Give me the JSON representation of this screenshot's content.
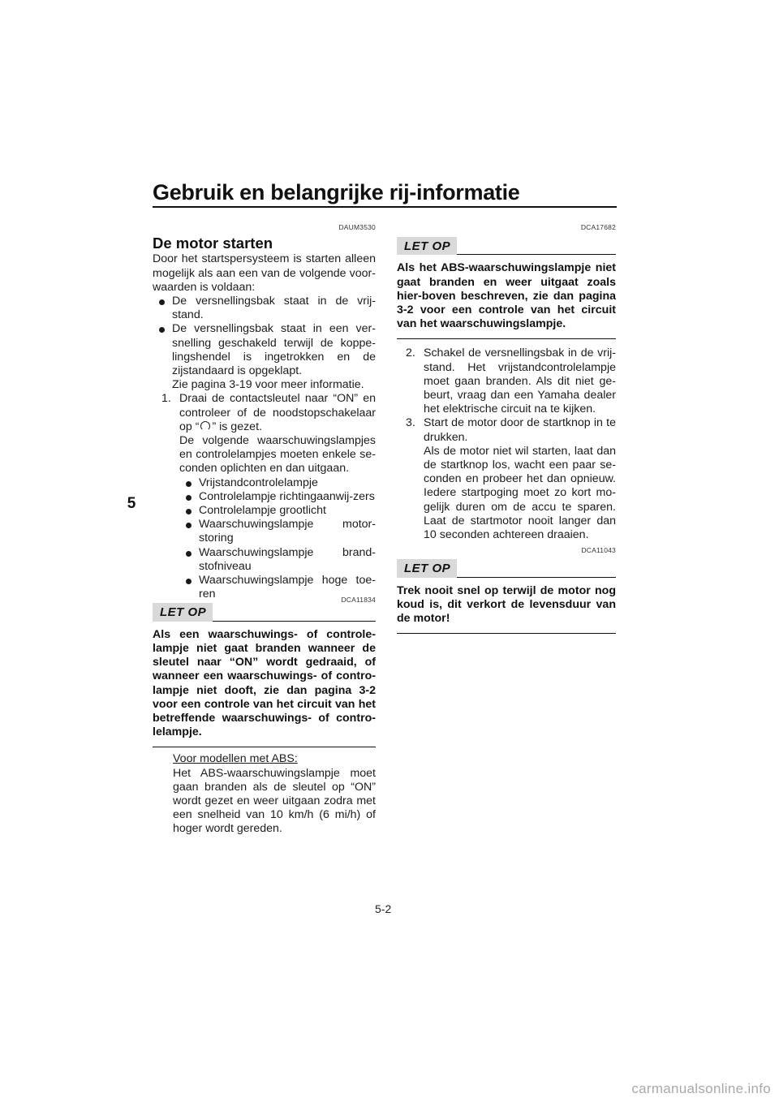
{
  "header": {
    "title": "Gebruik en belangrijke rij-informatie",
    "chapter": "5"
  },
  "left": {
    "code": "DAUM3530",
    "heading": "De motor starten",
    "intro": "Door het startspersysteem is starten alleen mogelijk als aan een van de volgende voor-waarden is voldaan:",
    "conditions": [
      "De versnellingsbak staat in de vrij-stand.",
      "De versnellingsbak staat in een ver-snelling geschakeld terwijl de koppe-lingshendel is ingetrokken en de zijstandaard is opgeklapt."
    ],
    "see_page": "Zie pagina 3-19 voor meer informatie.",
    "step1": {
      "num": "1.",
      "text_a": "Draai de contactsleutel naar “ON” en controleer of de noodstopschakelaar op “",
      "text_b": "” is gezet.",
      "text_c": "De volgende waarschuwingslampjes en controlelampjes moeten enkele se-conden oplichten en dan uitgaan."
    },
    "lamps": [
      "Vrijstandcontrolelampje",
      "Controlelampje richtingaanwij-zers",
      "Controlelampje grootlicht",
      "Waarschuwingslampje motor-storing",
      "Waarschuwingslampje brand-stofniveau",
      "Waarschuwingslampje hoge toe-ren"
    ],
    "notice": {
      "code": "DCA11834",
      "badge": "LET OP",
      "text": "Als een waarschuwings- of controle-lampje niet gaat branden wanneer de sleutel naar “ON” wordt gedraaid, of wanneer een waarschuwings- of contro-lampje niet dooft, zie dan pagina 3-2 voor een controle van het circuit van het betreffende waarschuwings- of contro-lelampje."
    },
    "abs_heading": "Voor modellen met ABS:",
    "abs_text": "Het ABS-waarschuwingslampje moet gaan branden als de sleutel op “ON” wordt gezet en weer uitgaan zodra met een snelheid van 10 km/h (6 mi/h) of hoger wordt gereden."
  },
  "right": {
    "notice1": {
      "code": "DCA17682",
      "badge": "LET OP",
      "text": "Als het ABS-waarschuwingslampje niet gaat branden en weer uitgaat zoals hier-boven beschreven, zie dan pagina 3-2 voor een controle van het circuit van het waarschuwingslampje."
    },
    "step2": {
      "num": "2.",
      "text": "Schakel de versnellingsbak in de vrij-stand. Het vrijstandcontrolelampje moet gaan branden. Als dit niet ge-beurt, vraag dan een Yamaha dealer het elektrische circuit na te kijken."
    },
    "step3": {
      "num": "3.",
      "text": "Start de motor door de startknop in te drukken.",
      "text2": "Als de motor niet wil starten, laat dan de startknop los, wacht een paar se-conden en probeer het dan opnieuw. Iedere startpoging moet zo kort mo-gelijk duren om de accu te sparen. Laat de startmotor nooit langer dan 10 seconden achtereen draaien."
    },
    "notice2": {
      "code": "DCA11043",
      "badge": "LET OP",
      "text": "Trek nooit snel op terwijl de motor nog koud is, dit verkort de levensduur van de motor!"
    }
  },
  "footer": {
    "page": "5-2",
    "watermark": "carmanualsonline.info"
  }
}
